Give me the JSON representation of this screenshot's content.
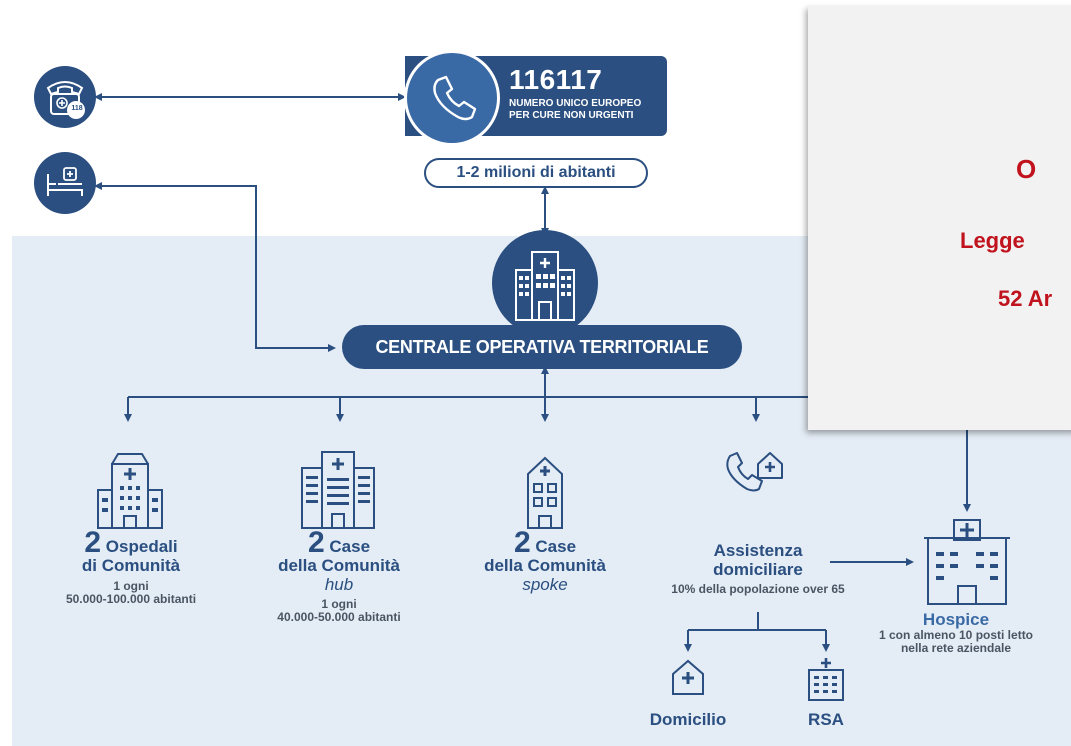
{
  "header": {
    "phone_number": "116117",
    "phone_sub": "NUMERO UNICO EUROPEO PER CURE NON URGENTI",
    "population_pill": "1-2 milioni di abitanti",
    "emergency_label": "118"
  },
  "central": {
    "label": "CENTRALE OPERATIVA TERRITORIALE"
  },
  "nodes": {
    "ospedali": {
      "count": "2",
      "name": "Ospedali",
      "line2": "di Comunità",
      "note1": "1 ogni",
      "note2": "50.000-100.000 abitanti"
    },
    "case_hub": {
      "count": "2",
      "name": "Case",
      "line2": "della Comunità",
      "line3": "hub",
      "note1": "1 ogni",
      "note2": "40.000-50.000 abitanti"
    },
    "case_spoke": {
      "count": "2",
      "name": "Case",
      "line2": "della Comunità",
      "line3": "spoke"
    },
    "assistenza": {
      "line1": "Assistenza",
      "line2": "domiciliare",
      "note": "10% della popolazione over 65"
    },
    "hospice": {
      "name": "Hospice",
      "note1": "1 con almeno 10 posti letto",
      "note2": "nella rete aziendale"
    },
    "domicilio": {
      "name": "Domicilio"
    },
    "rsa": {
      "name": "RSA"
    }
  },
  "overlay": {
    "line1": "O",
    "line2": "Legge",
    "line3": "52 Ar"
  },
  "colors": {
    "primary": "#2a4f80",
    "panel": "#e4ecf5",
    "overlay_text": "#c0131e",
    "note_text": "#4a5563"
  }
}
